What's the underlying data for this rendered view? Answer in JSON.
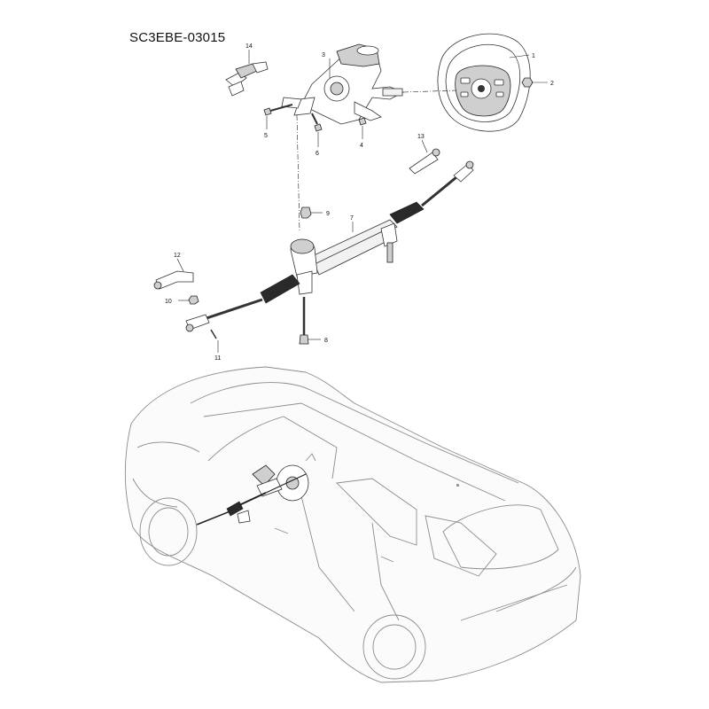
{
  "diagram_code": "SC3EBE-03015",
  "callouts": [
    {
      "id": "c1",
      "label": "1"
    },
    {
      "id": "c2",
      "label": "2"
    },
    {
      "id": "c3",
      "label": "3"
    },
    {
      "id": "c4",
      "label": "4"
    },
    {
      "id": "c5",
      "label": "5"
    },
    {
      "id": "c6",
      "label": "6"
    },
    {
      "id": "c7",
      "label": "7"
    },
    {
      "id": "c8",
      "label": "8"
    },
    {
      "id": "c9",
      "label": "9"
    },
    {
      "id": "c10",
      "label": "10"
    },
    {
      "id": "c11",
      "label": "11"
    },
    {
      "id": "c12",
      "label": "12"
    },
    {
      "id": "c13",
      "label": "13"
    },
    {
      "id": "c14",
      "label": "14"
    }
  ]
}
